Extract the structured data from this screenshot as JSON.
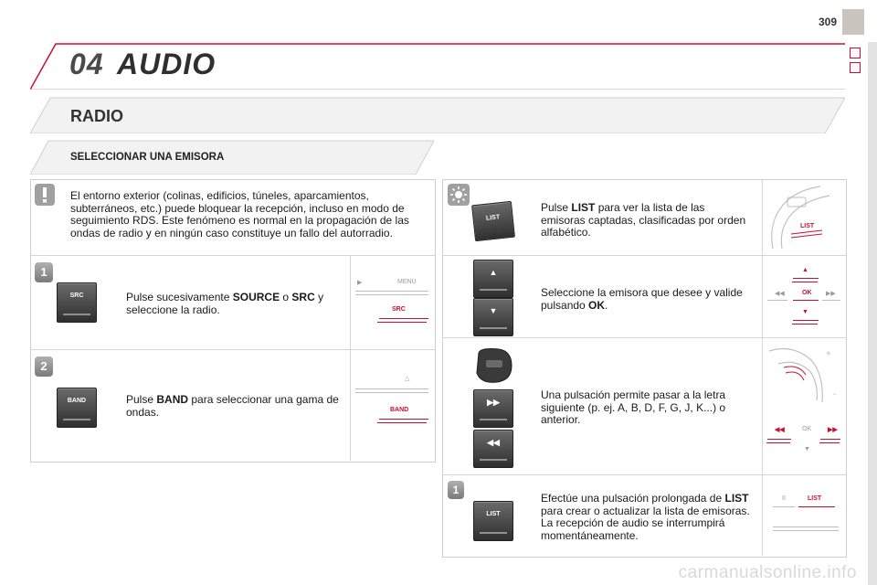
{
  "page": {
    "number": "309"
  },
  "chapter": {
    "number": "04",
    "title": "AUDIO"
  },
  "section": {
    "title": "RADIO"
  },
  "subsection": {
    "title": "SELECCIONAR UNA EMISORA"
  },
  "warning": {
    "icon": "exclamation-icon",
    "text": "El entorno exterior (colinas, edificios, túneles, aparcamientos, subterráneos, etc.) puede bloquear la recepción, incluso en modo de seguimiento RDS. Este fenómeno es normal en la propagación de las ondas de radio y en ningún caso constituye un fallo del autorradio."
  },
  "steps": [
    {
      "badge": "1",
      "button_label": "SRC",
      "text_before": "Pulse sucesivamente ",
      "bold1": "SOURCE",
      "text_mid": " o ",
      "bold2": "SRC",
      "text_after": " y seleccione la radio.",
      "diagram": {
        "top_label": "MENU",
        "highlight": "SRC"
      }
    },
    {
      "badge": "2",
      "button_label": "BAND",
      "text_before": "Pulse ",
      "bold1": "BAND",
      "text_after": " para seleccionar una gama de ondas.",
      "diagram": {
        "highlight": "BAND"
      }
    }
  ],
  "right": {
    "tip": {
      "icon": "lightbulb-icon",
      "button_label": "LIST",
      "text_before": "Pulse ",
      "bold": "LIST",
      "text_after": " para ver la lista de las emisoras captadas, clasificadas por orden alfabético.",
      "diagram_label": "LIST"
    },
    "select": {
      "text_before": "Seleccione la emisora que desee y valide pulsando ",
      "bold": "OK",
      "text_after": ".",
      "diagram_label": "OK"
    },
    "letter": {
      "text": "Una pulsación permite pasar a la letra siguiente (p. ej. A, B, D, F, G, J, K...) o anterior.",
      "diagram_label": "OK"
    },
    "update": {
      "badge": "1",
      "button_label": "LIST",
      "text_before": "Efectúe una pulsación prolongada de ",
      "bold": "LIST",
      "text_after": " para crear o actualizar la lista de emisoras. La recepción de audio se interrumpirá momentáneamente.",
      "diagram_label": "LIST"
    }
  },
  "watermark": "carmanualsonline.info",
  "colors": {
    "accent": "#c8102e",
    "panel_border": "#cfcfcf",
    "button": "#3a3a3a"
  }
}
